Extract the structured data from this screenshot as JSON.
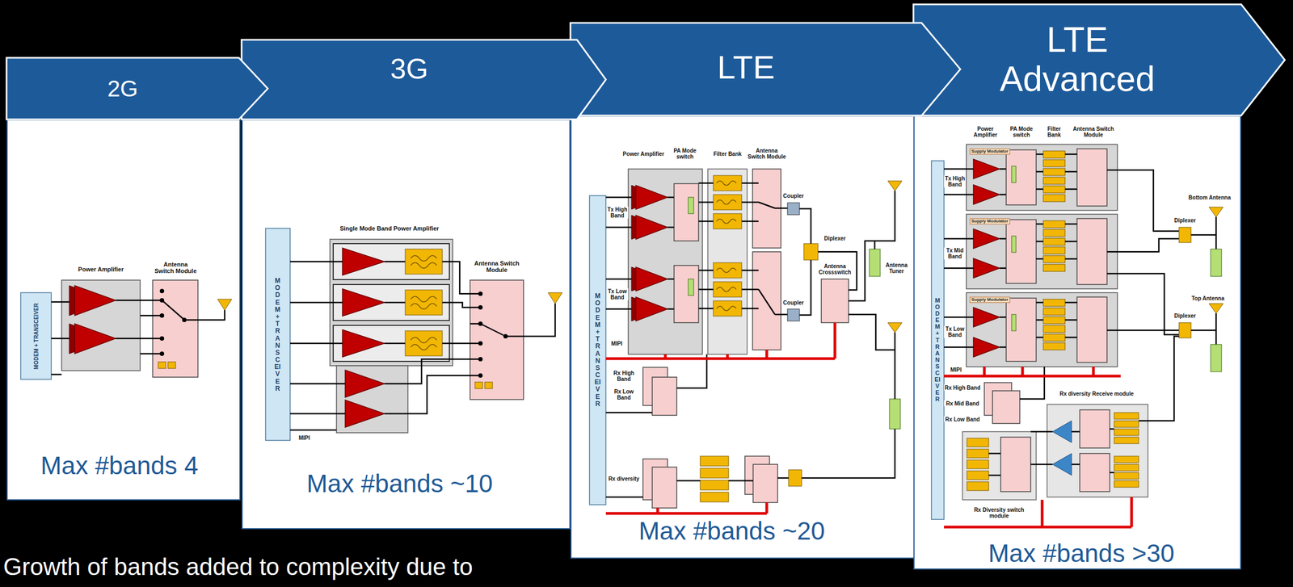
{
  "diagram": {
    "nodes": [
      {
        "text": [
          "2G"
        ]
      },
      {
        "text": [
          "3G"
        ]
      },
      {
        "text": [
          "LTE"
        ]
      },
      {
        "text": [
          "LTE Advanced"
        ]
      },
      {
        "text": [
          "Max #bands 4"
        ]
      },
      {
        "text": [
          "Max #bands ~10"
        ]
      },
      {
        "text": [
          "Max #bands ~20"
        ]
      },
      {
        "text": [
          "Max #bands >30"
        ]
      }
    ],
    "labels": [
      "Power Amplifier",
      "Antenna Switch Module",
      "MODEM + TRANSCEIVER",
      "Single Mode Band Power Amplifier",
      "Antenna Switch Module",
      "MODEM + TRANSCEIVER",
      "MIPI",
      "Power Amplifier",
      "PA Mode switch",
      "Filter Bank",
      "Antenna Switch Module",
      "MODEM + TRANSCEIVER",
      "Tx High Band",
      "Tx Low Band",
      "MIPI",
      "Rx High Band",
      "Rx Low Band",
      "Rx diversity",
      "Coupler",
      "Coupler",
      "Diplexer",
      "Antenna Crossswitch",
      "Antenna Tuner",
      "Power Amplifier",
      "PA Mode switch",
      "Filter Bank",
      "Antenna Switch Module",
      "MODEM + TRANSCEIVER",
      "Supply Modulator",
      "Tx High Band",
      "Supply Modulator",
      "Tx Mid Band",
      "Supply Modulator",
      "Tx Low Band",
      "Bottom Antenna",
      "Diplexer",
      "Top Antenna",
      "Diplexer",
      "MIPI",
      "Rx High Band",
      "Rx Mid Band",
      "Rx Low Band",
      "Rx diversity Receive module",
      "Rx Diversity switch module",
      "Growth of bands added to complexity due to"
    ]
  }
}
